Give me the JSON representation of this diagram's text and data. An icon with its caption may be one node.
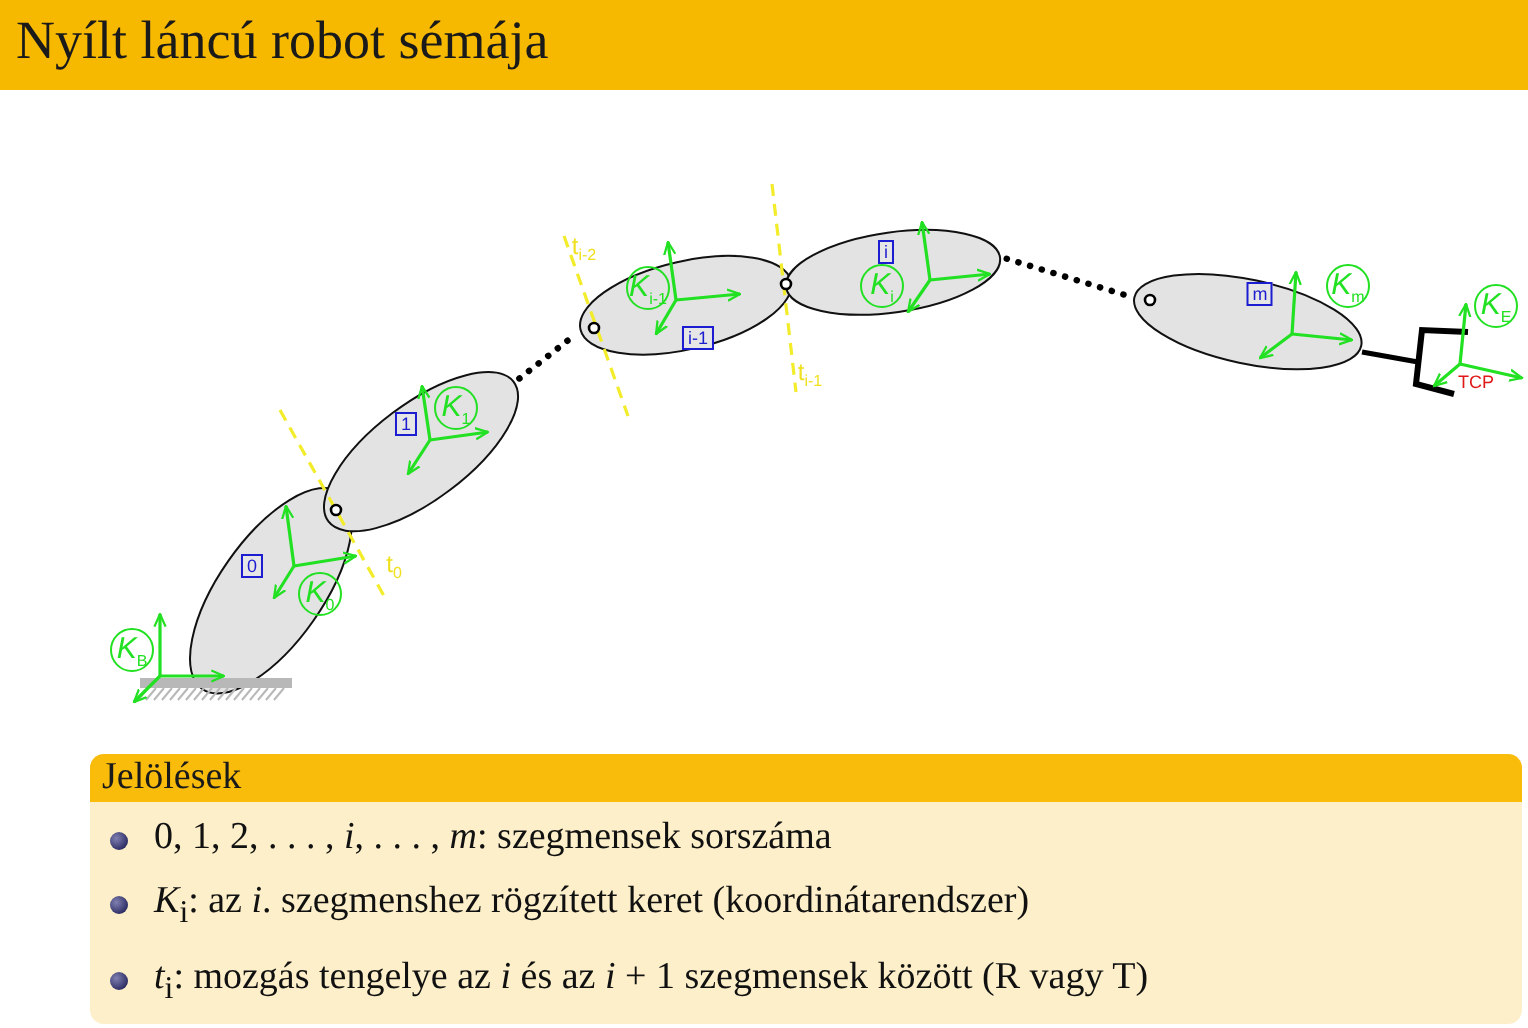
{
  "diagram": {
    "title": "Nyílt láncú robot sémája",
    "nodes": [
      {
        "text": [
          "0"
        ]
      },
      {
        "text": [
          "1"
        ]
      },
      {
        "text": [
          "i-1"
        ]
      },
      {
        "text": [
          "i"
        ]
      },
      {
        "text": [
          "m"
        ]
      },
      {
        "text": [
          "Jelölések",
          "0, 1, 2, . . . , *i*, . . . , *m*: szegmensek sorszáma",
          "*K*$_{i}$: az *i*. szegmenshez rögzített keret (koordinátarendszer)",
          "*t*$_{i}$: mozgás tengelye az *i* és az *i* + 1 szegmensek között (R vagy T)"
        ]
      }
    ],
    "edges": [
      {
        "from": 1,
        "to": 2,
        "arrow": "none",
        "style": "dashed"
      },
      {
        "from": 3,
        "to": 4,
        "arrow": "none",
        "style": "dashed"
      }
    ],
    "labels": [
      "*K*$_{B}$",
      "*K*$_{0}$",
      "*K*$_{1}$",
      "*K*$_{i-1}$",
      "*K*$_{i}$",
      "*K*$_{m}$",
      "*K*$_{E}$",
      "t$_{0}$",
      "t$_{i-2}$",
      "t$_{i-1}$",
      "TCP"
    ]
  }
}
